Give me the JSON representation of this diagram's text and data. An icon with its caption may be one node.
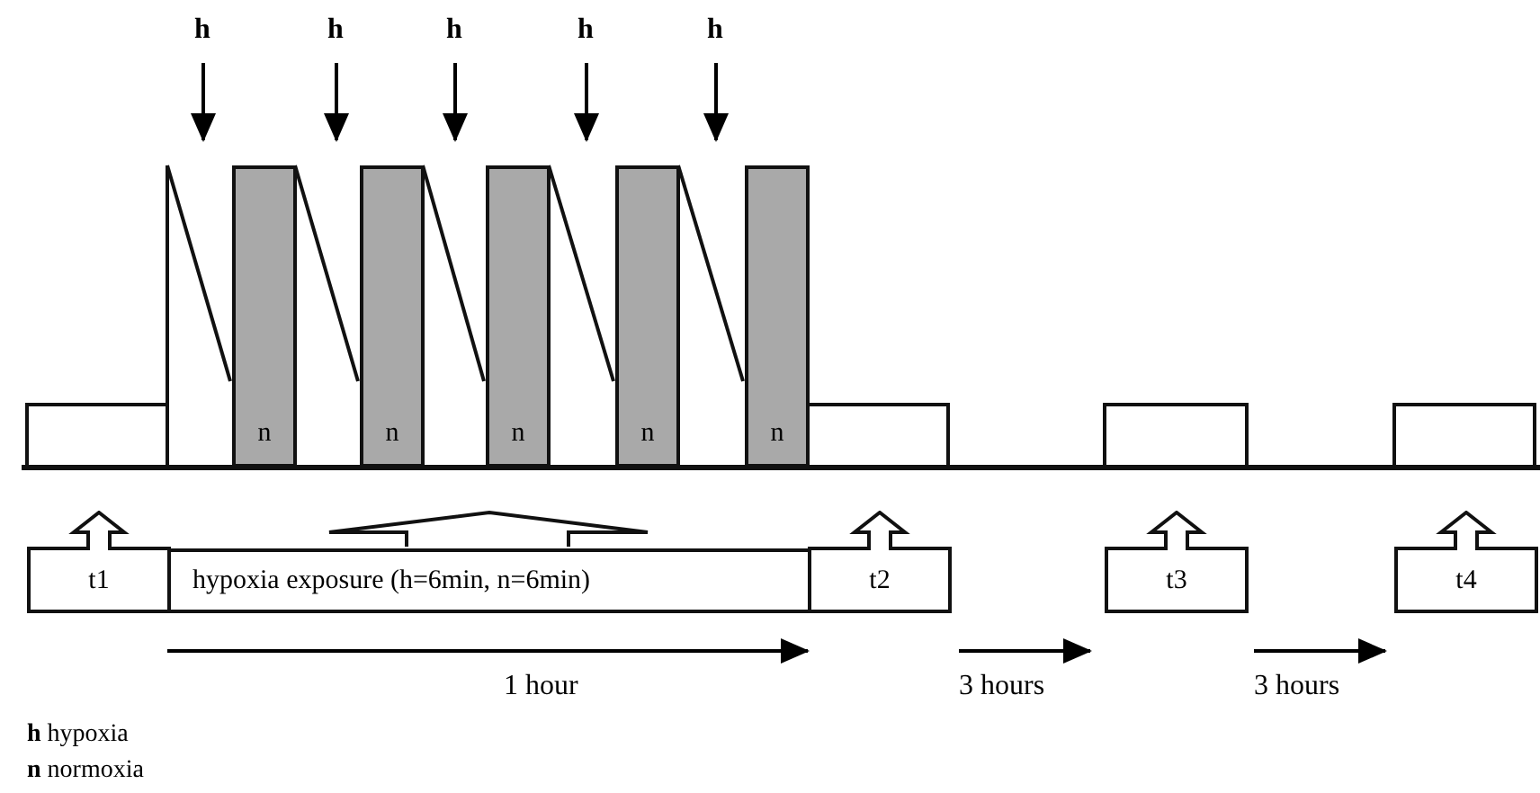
{
  "diagram": {
    "nodes": [
      {
        "text": [
          "n"
        ]
      },
      {
        "text": [
          "n"
        ]
      },
      {
        "text": [
          "n"
        ]
      },
      {
        "text": [
          "n"
        ]
      },
      {
        "text": [
          "n"
        ]
      },
      {
        "text": [
          "t1"
        ]
      },
      {
        "text": [
          "hypoxia exposure (h=6min, n=6min)"
        ]
      },
      {
        "text": [
          "t2"
        ]
      },
      {
        "text": [
          "t3"
        ]
      },
      {
        "text": [
          "t4"
        ]
      }
    ],
    "labels": [
      "h",
      "h",
      "h",
      "h",
      "h",
      "1 hour",
      "3 hours",
      "3 hours",
      "**h** hypoxia",
      "**n** normoxia"
    ]
  }
}
